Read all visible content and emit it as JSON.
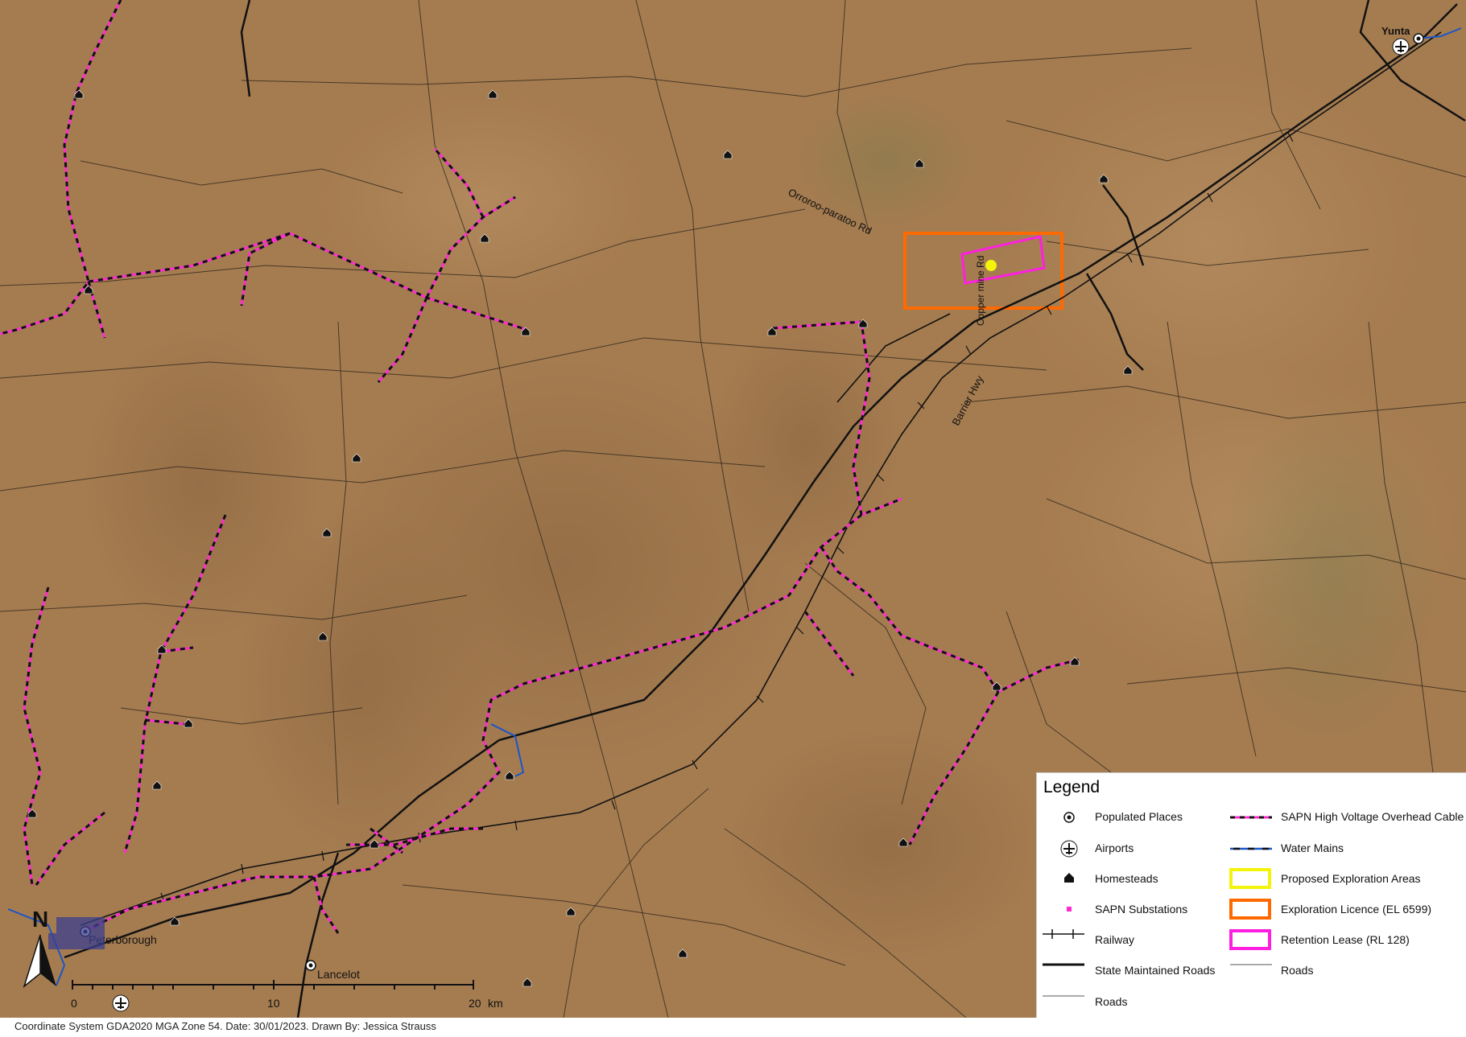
{
  "map": {
    "places": {
      "yunta": "Yunta",
      "peterborough": "Peterborough",
      "lancelot": "Lancelot"
    },
    "roads": {
      "orroroo": "Orroroo-paratoo Rd",
      "copper": "Copper mine Rd",
      "barrier": "Barrier Hwy"
    },
    "colors": {
      "terrain": "#a57c50",
      "hv_cable": "#ff2bd0",
      "exploration_licence": "#ff6a00",
      "retention_lease": "#ff1fe0",
      "proposed_area": "#f4f40a",
      "water_mains": "#1a55c8"
    }
  },
  "legend": {
    "title": "Legend",
    "items": {
      "populated_places": "Populated Places",
      "airports": "Airports",
      "homesteads": "Homesteads",
      "substations": "SAPN Substations",
      "railway": "Railway",
      "state_roads": "State Maintained Roads",
      "roads_left": "Roads",
      "hv_cable": "SAPN High Voltage Overhead Cable",
      "water_mains": "Water Mains",
      "proposed": "Proposed Exploration Areas",
      "exploration_licence": "Exploration Licence (EL 6599)",
      "retention_lease": "Retention Lease (RL 128)",
      "roads_right": "Roads"
    }
  },
  "scale": {
    "t0": "0",
    "t10": "10",
    "t20": "20",
    "unit": "km"
  },
  "north": {
    "label": "N"
  },
  "footer": {
    "text": "Coordinate System GDA2020 MGA Zone 54. Date: 30/01/2023. Drawn By: Jessica Strauss"
  }
}
